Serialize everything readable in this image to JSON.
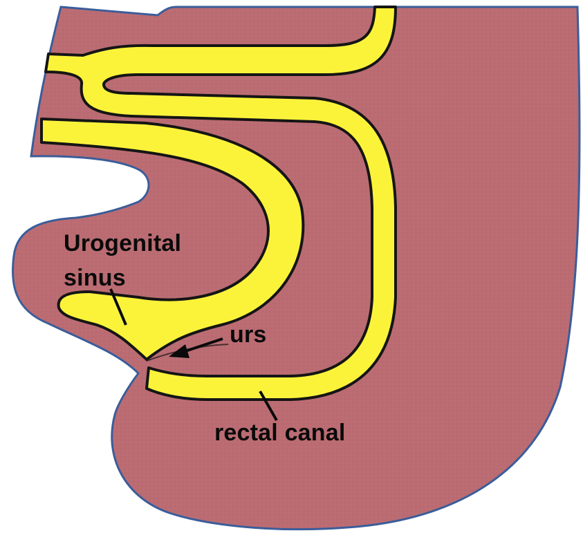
{
  "labels": {
    "urogenital_line1": "Urogenital",
    "urogenital_line2": "sinus",
    "urs": "urs",
    "rectal_canal": "rectal canal"
  },
  "colors": {
    "tissue": "#bb6c72",
    "tissue_outline": "#3a5d9a",
    "lumen": "#fbf33a",
    "lumen_outline": "#151515",
    "text": "#0a0a0a",
    "background": "#ffffff"
  }
}
